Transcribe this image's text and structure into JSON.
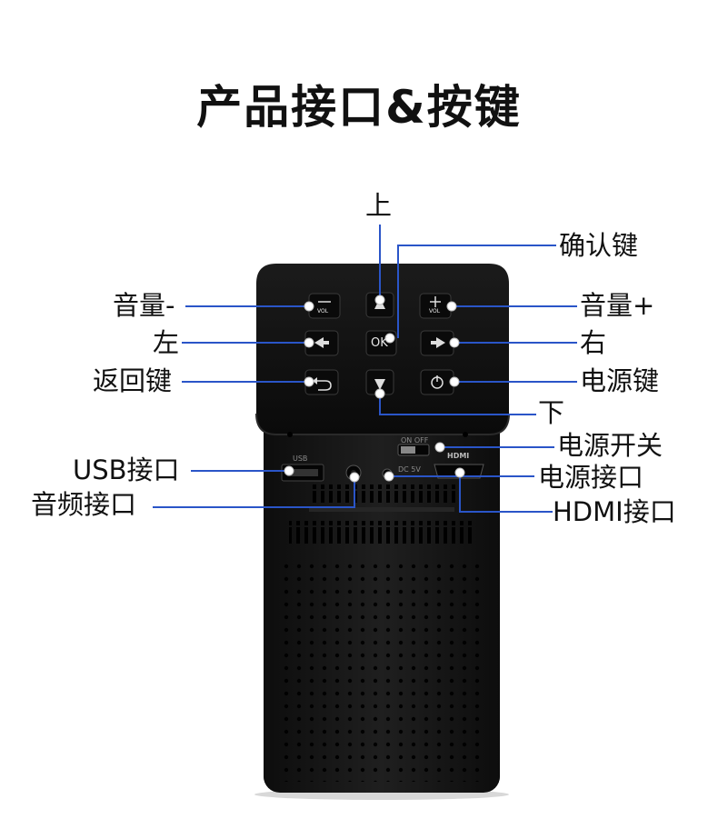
{
  "title": "产品接口&按键",
  "labels": {
    "up": "上",
    "ok_key": "确认键",
    "vol_minus": "音量-",
    "vol_plus": "音量+",
    "left": "左",
    "right": "右",
    "back_key": "返回键",
    "power_key": "电源键",
    "down": "下",
    "power_switch": "电源开关",
    "usb_port": "USB接口",
    "power_port": "电源接口",
    "audio_port": "音频接口",
    "hdmi_port": "HDMI接口"
  },
  "device_text": {
    "vol": "VOL",
    "ok": "OK",
    "on_off": "ON  OFF",
    "usb": "USB",
    "hdmi": "HDMI",
    "dc": "DC 5V"
  },
  "colors": {
    "line": "#2a55c8",
    "body": "#1a1a1a",
    "top": "#0f0f0f",
    "dot": "#ffffff"
  }
}
